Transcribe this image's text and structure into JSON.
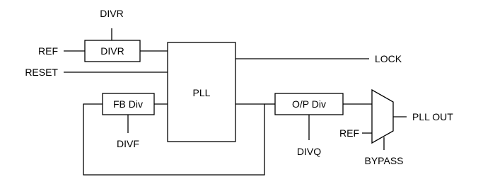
{
  "blocks": {
    "divr": "DIVR",
    "pll": "PLL",
    "fb_div": "FB Div",
    "op_div": "O/P Div"
  },
  "signals": {
    "divr_control": "DIVR",
    "ref_input": "REF",
    "reset_input": "RESET",
    "lock_output": "LOCK",
    "divf_control": "DIVF",
    "divq_control": "DIVQ",
    "mux_ref_input": "REF",
    "bypass_control": "BYPASS",
    "pll_out": "PLL OUT"
  }
}
